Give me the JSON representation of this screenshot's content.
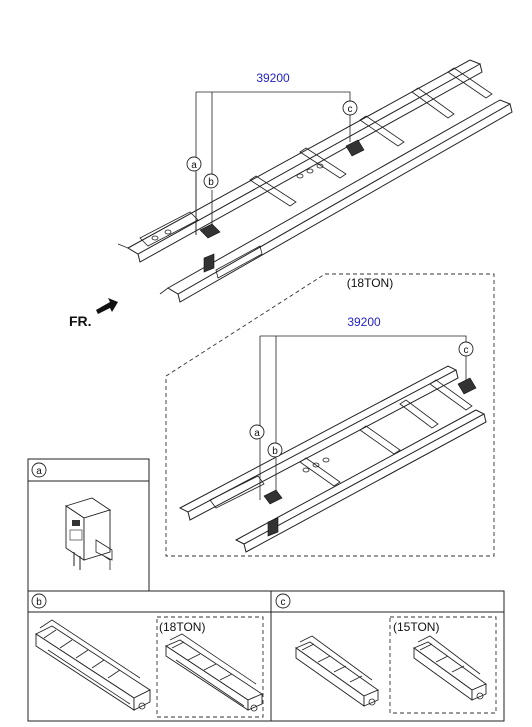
{
  "diagram": {
    "part_number_top": "39200",
    "part_number_inset": "39200",
    "inset_title": "(18TON)",
    "front_label": "FR.",
    "callouts": {
      "a": "a",
      "b": "b",
      "c": "c"
    },
    "detail_panels": {
      "a": {
        "key": "a"
      },
      "b": {
        "key": "b",
        "variant_label": "(18TON)"
      },
      "c": {
        "key": "c",
        "variant_label": "(15TON)"
      }
    }
  }
}
